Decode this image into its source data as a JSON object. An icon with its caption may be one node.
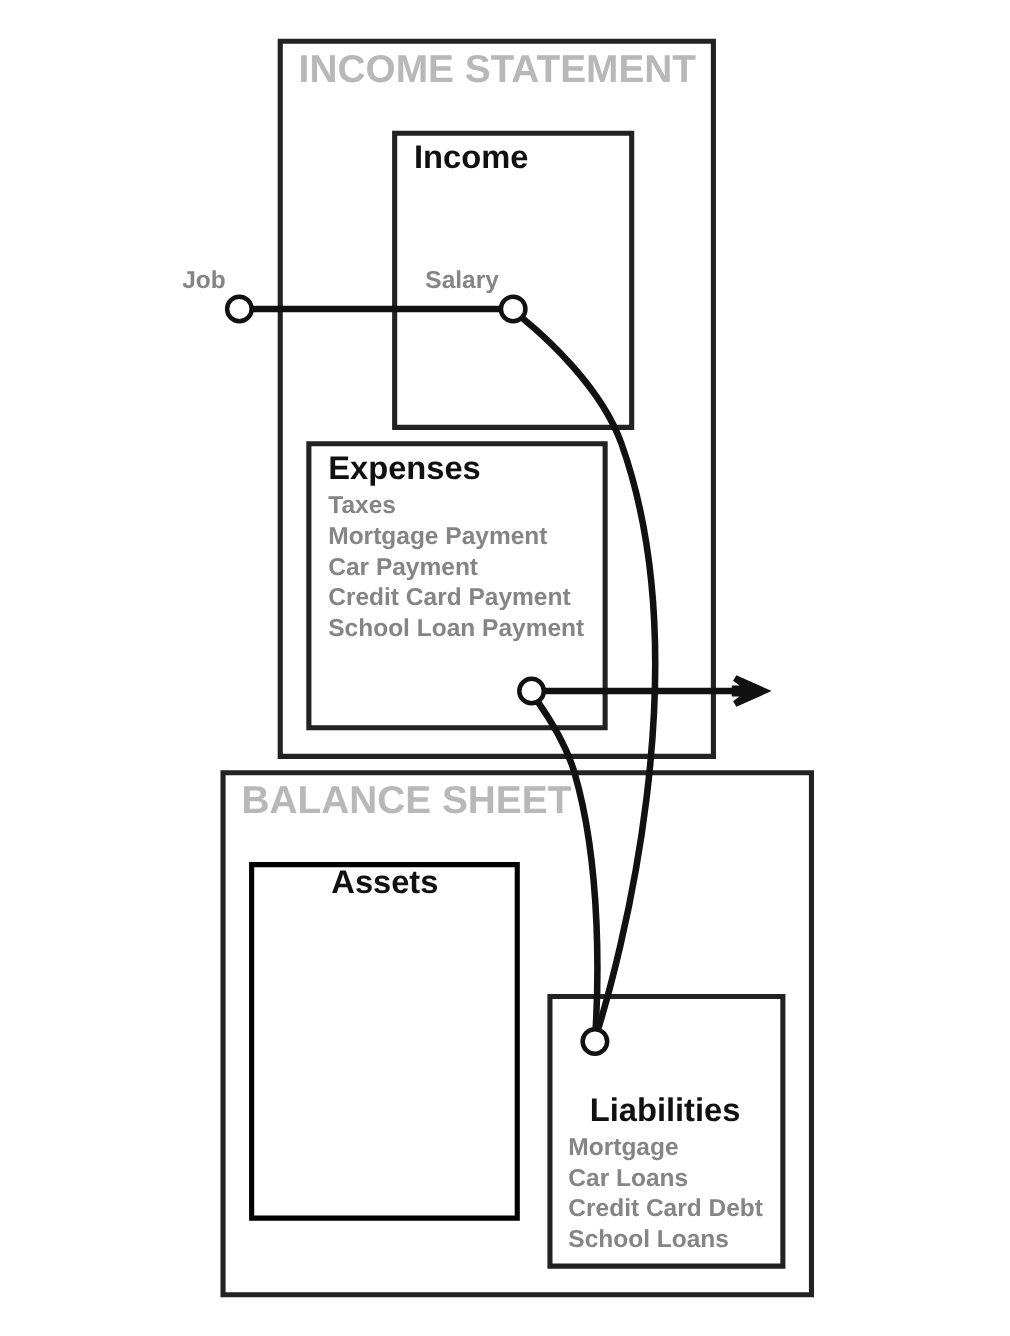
{
  "diagram": {
    "nodes": [
      {
        "text": [
          "INCOME STATEMENT"
        ]
      },
      {
        "text": [],
        "shape": "circle",
        "beside": [
          "Job"
        ]
      },
      {
        "text": [
          "Income"
        ],
        "in": 0
      },
      {
        "text": [],
        "shape": "circle",
        "beside": [
          "Salary"
        ],
        "in": 2
      },
      {
        "text": [
          "Expenses",
          "Taxes",
          "Mortgage Payment",
          "Car Payment",
          "Credit Card Payment",
          "School Loan Payment"
        ],
        "in": 0
      },
      {
        "text": [],
        "shape": "circle",
        "in": 4
      },
      {
        "text": [
          "BALANCE SHEET"
        ]
      },
      {
        "text": [
          "Assets"
        ],
        "in": 6
      },
      {
        "text": [
          "Liabilities",
          "Mortgage",
          "Car Loans",
          "Credit Card Debt",
          "School Loans"
        ],
        "in": 6
      },
      {
        "text": [],
        "shape": "circle",
        "in": 8
      }
    ],
    "edges": [
      {
        "from": 1,
        "to": 3,
        "arrow": "none"
      },
      {
        "from": 3,
        "to": 9,
        "arrow": "none"
      },
      {
        "from": 9,
        "to": 5,
        "arrow": "none"
      },
      {
        "from": 5,
        "to": null,
        "arrow": "to"
      }
    ]
  }
}
